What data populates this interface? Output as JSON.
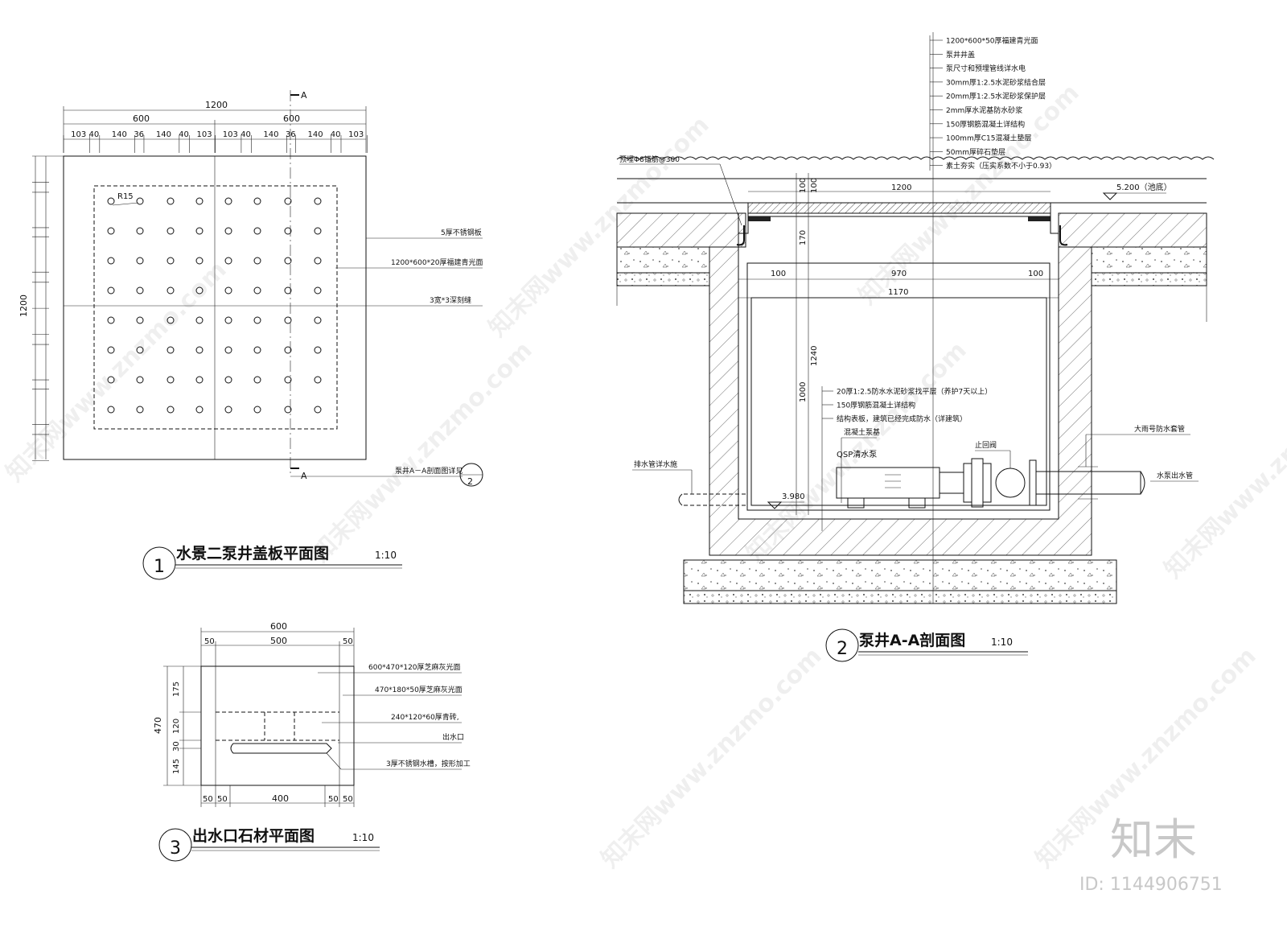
{
  "watermark": {
    "text": "知末网www.znzmo.com",
    "brand": "知末",
    "id": "ID: 1144906751"
  },
  "plan1": {
    "title": "水景二泵井盖板平面图",
    "scale": "1:10",
    "number": "1",
    "dim_total": "1200",
    "dim_half_left": "600",
    "dim_half_right": "600",
    "dim_segments": [
      "103",
      "40",
      "140",
      "36",
      "140",
      "40",
      "103",
      "103",
      "40",
      "140",
      "36",
      "140",
      "40",
      "103"
    ],
    "dim_vertical": "1200",
    "radius_label": "R15",
    "section_mark": "A",
    "labels": [
      "5厚不锈钢板",
      "1200*600*20厚福建青光面",
      "3宽*3深刻缝"
    ],
    "ref_label": "泵井A－A剖面图详见",
    "ref_number": "2"
  },
  "plan3": {
    "title": "出水口石材平面图",
    "scale": "1:10",
    "number": "3",
    "dim_top_total": "600",
    "dim_top_segments": [
      "50",
      "500",
      "50"
    ],
    "dim_bottom_segments": [
      "50",
      "50",
      "400",
      "50",
      "50"
    ],
    "dim_left_total": "470",
    "dim_left_segments": [
      "175",
      "120",
      "30",
      "145"
    ],
    "labels": [
      "600*470*120厚芝麻灰光面",
      "470*180*50厚芝麻灰光面",
      "240*120*60厚青砖,",
      "出水口",
      "3厚不锈钢水槽，按形加工"
    ]
  },
  "section2": {
    "title": "泵井A-A剖面图",
    "scale": "1:10",
    "number": "2",
    "layer_labels": [
      "1200*600*50厚福建青光面",
      "泵井井盖",
      "泵尺寸和预埋管线详水电",
      "30mm厚1:2.5水泥砂浆结合层",
      "20mm厚1:2.5水泥砂浆保护层",
      "2mm厚水泥基防水砂浆",
      "150厚钢筋混凝土详结构",
      "100mm厚C15混凝土垫层",
      "50mm厚碎石垫层",
      "素土夯实（压实系数不小于0.93）"
    ],
    "inner_labels": [
      "20厚1:2.5防水水泥砂浆找平层（养护7天以上）",
      "150厚钢筋混凝土详结构",
      "结构表板，建筑已经完成防水（详建筑）"
    ],
    "anchor_label": "预埋Φ8锚筋@300",
    "elevation_top": "5.200（池底）",
    "elevation_bottom": "3.980",
    "dims": {
      "cover": "1200",
      "d100a": "100",
      "d100b": "100",
      "d170": "170",
      "d1240": "1240",
      "d1000": "1000",
      "left100": "100",
      "inner970": "970",
      "right100": "100",
      "inner1170": "1170"
    },
    "pump_label": "QSP清水泵",
    "base_label": "混凝土泵基",
    "valve_label": "止回阀",
    "sleeve_label": "大雨号防水套管",
    "outlet_label": "水泵出水管",
    "drain_label": "排水管详水施"
  }
}
